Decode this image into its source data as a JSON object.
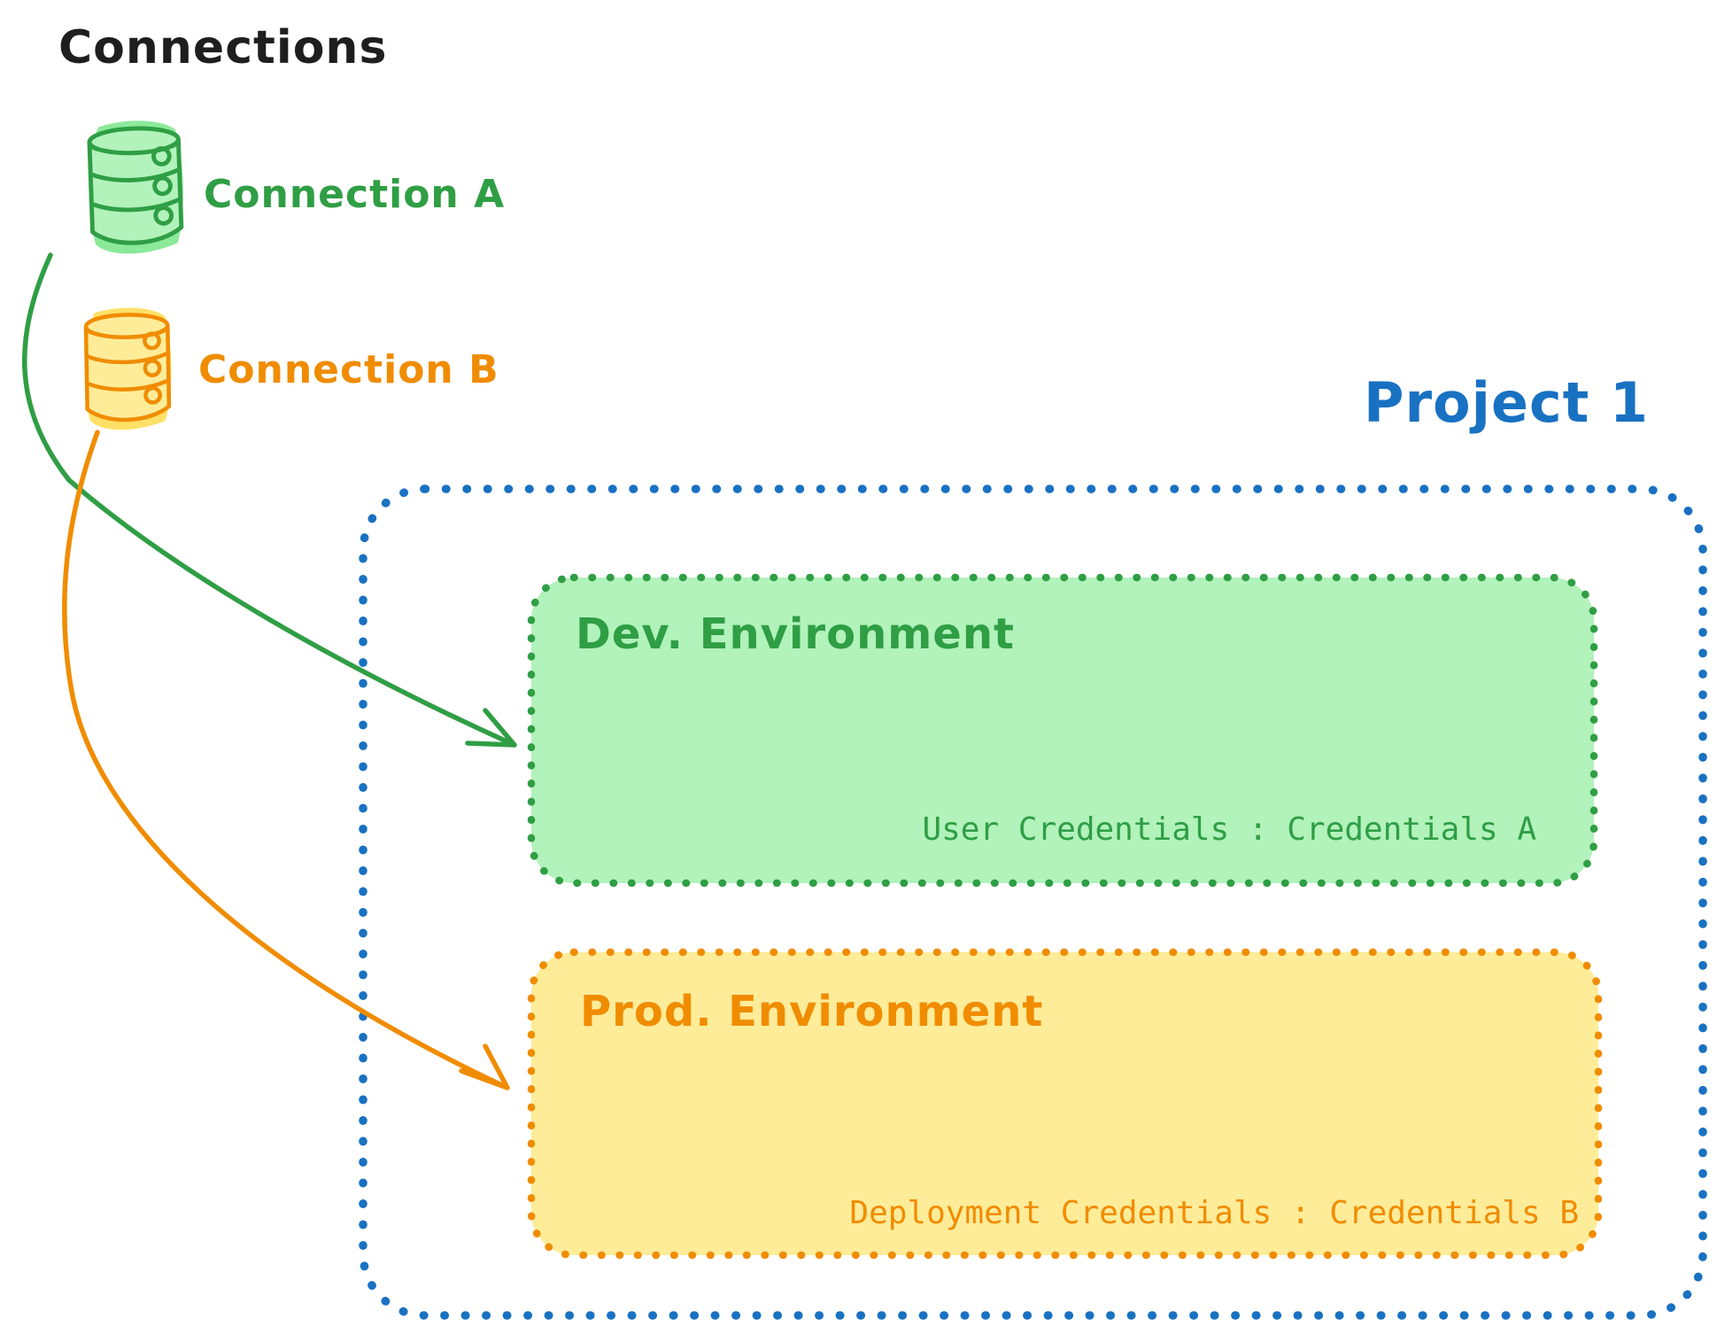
{
  "diagram": {
    "title": "Connections",
    "connections": [
      {
        "label": "Connection A"
      },
      {
        "label": "Connection B"
      }
    ],
    "project": {
      "label": "Project 1",
      "environments": [
        {
          "name": "Dev. Environment",
          "credentials_label": "User Credentials : Credentials A"
        },
        {
          "name": "Prod. Environment",
          "credentials_label": "Deployment Credentials : Credentials B"
        }
      ]
    }
  },
  "colors": {
    "ink": "#1e1e1e",
    "blue": "#1971c2",
    "green": "#2f9e44",
    "green-fill": "#b2f2bb",
    "green-blob": "#8ce99a",
    "orange": "#f08c00",
    "orange-fill": "#ffec99",
    "orange-blob": "#ffe066"
  }
}
